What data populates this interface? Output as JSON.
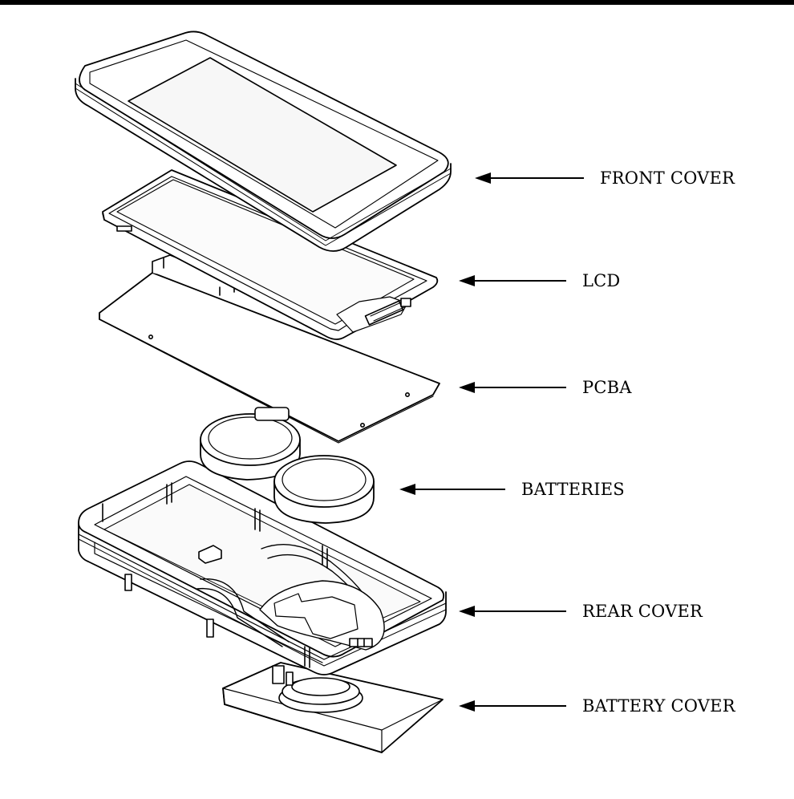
{
  "labels": {
    "front_cover": "FRONT COVER",
    "lcd": "LCD",
    "pcba": "PCBA",
    "batteries": "BATTERIES",
    "rear_cover": "REAR COVER",
    "battery_cover": "BATTERY COVER"
  },
  "colors": {
    "line": "#000000",
    "background": "#ffffff",
    "face": "#f6f6f6"
  }
}
